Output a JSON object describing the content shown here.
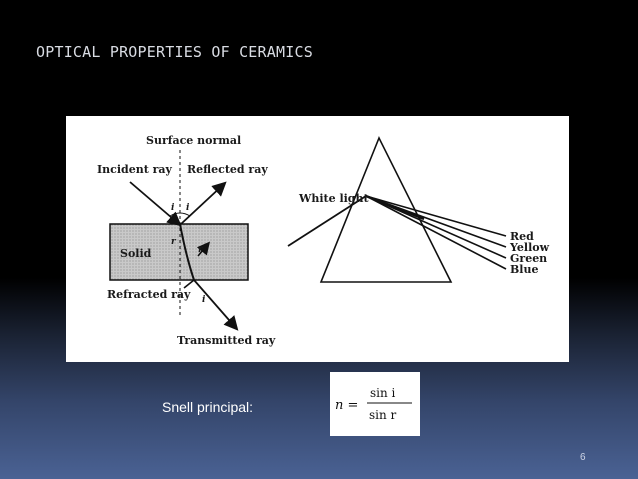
{
  "slide": {
    "title": "OPTICAL PROPERTIES OF CERAMICS",
    "page_number": "6"
  },
  "figure": {
    "labels": {
      "surface_normal": "Surface normal",
      "incident_ray": "Incident ray",
      "reflected_ray": "Reflected ray",
      "solid": "Solid",
      "refracted_ray": "Refracted ray",
      "transmitted_ray": "Transmitted ray",
      "angle_i_1": "i",
      "angle_i_2": "i",
      "angle_i_3": "i",
      "angle_r_1": "r",
      "angle_r_2": "r",
      "white_light": "White light",
      "red": "Red",
      "yellow": "Yellow",
      "green": "Green",
      "blue": "Blue"
    }
  },
  "snell": {
    "label": "Snell principal:",
    "formula_lhs": "n =",
    "formula_numerator": "sin i",
    "formula_denominator": "sin r"
  }
}
